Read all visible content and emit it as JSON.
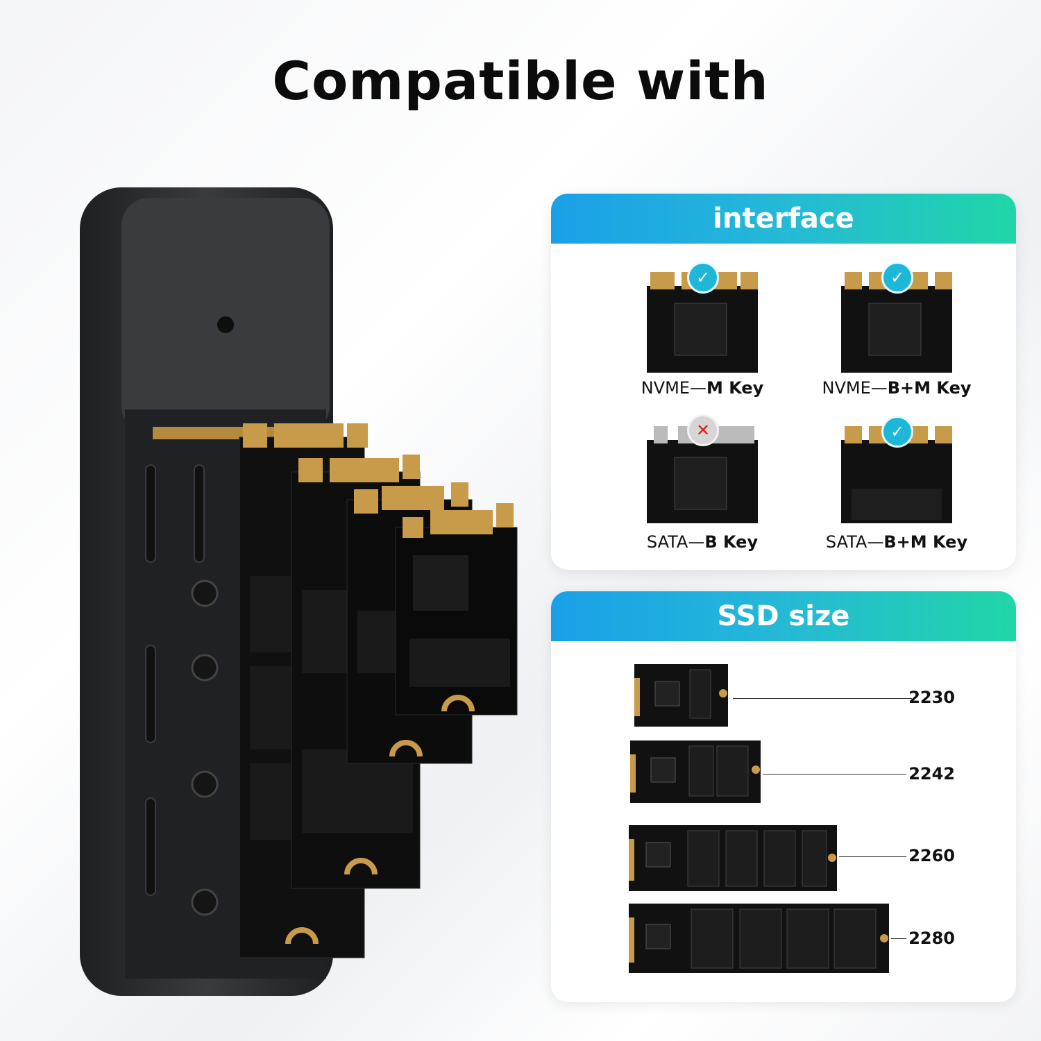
{
  "title": "Compatible with",
  "colors": {
    "accent_start": "#1aa0e8",
    "accent_end": "#20d6a8",
    "pcb": "#111111",
    "gold": "#c89b4a",
    "enclosure": "#2c2d30"
  },
  "interface": {
    "heading": "interface",
    "items": [
      {
        "name_pre": "NVME—",
        "name_key": "M Key",
        "status": "check-icon"
      },
      {
        "name_pre": "NVME—",
        "name_key": "B+M Key",
        "status": "check-icon"
      },
      {
        "name_pre": "SATA—",
        "name_key": "B Key",
        "status": "cross-icon"
      },
      {
        "name_pre": "SATA—",
        "name_key": "B+M Key",
        "status": "check-icon"
      }
    ]
  },
  "ssd_size": {
    "heading": "SSD size",
    "sizes": [
      "2230",
      "2242",
      "2260",
      "2280"
    ]
  }
}
